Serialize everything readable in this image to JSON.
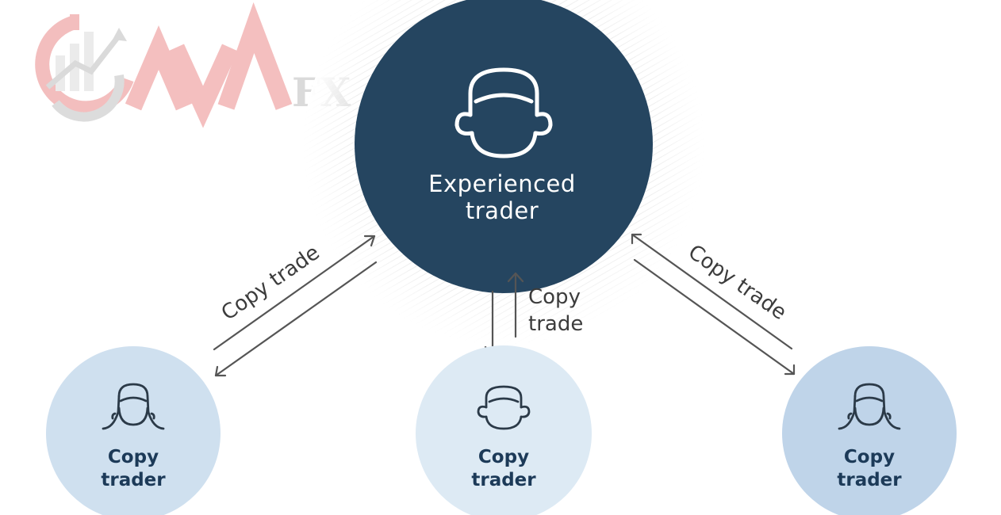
{
  "watermark": {
    "text": "FX"
  },
  "center_node": {
    "label_line1": "Experienced",
    "label_line2": "trader",
    "icon": "person-head-icon"
  },
  "edges": [
    {
      "label": "Copy trade"
    },
    {
      "label_line1": "Copy",
      "label_line2": "trade"
    },
    {
      "label": "Copy trade"
    }
  ],
  "child_nodes": [
    {
      "line1": "Copy",
      "line2": "trader",
      "icon": "female-head-icon"
    },
    {
      "line1": "Copy",
      "line2": "trader",
      "icon": "male-head-icon"
    },
    {
      "line1": "Copy",
      "line2": "trader",
      "icon": "female-head-icon"
    }
  ],
  "colors": {
    "center_fill": "#254560",
    "child_left_fill": "#cfe0ef",
    "child_middle_fill": "#ddeaf4",
    "child_right_fill": "#bfd4e9",
    "arrow": "#555555",
    "label_dark": "#1c3a58"
  }
}
